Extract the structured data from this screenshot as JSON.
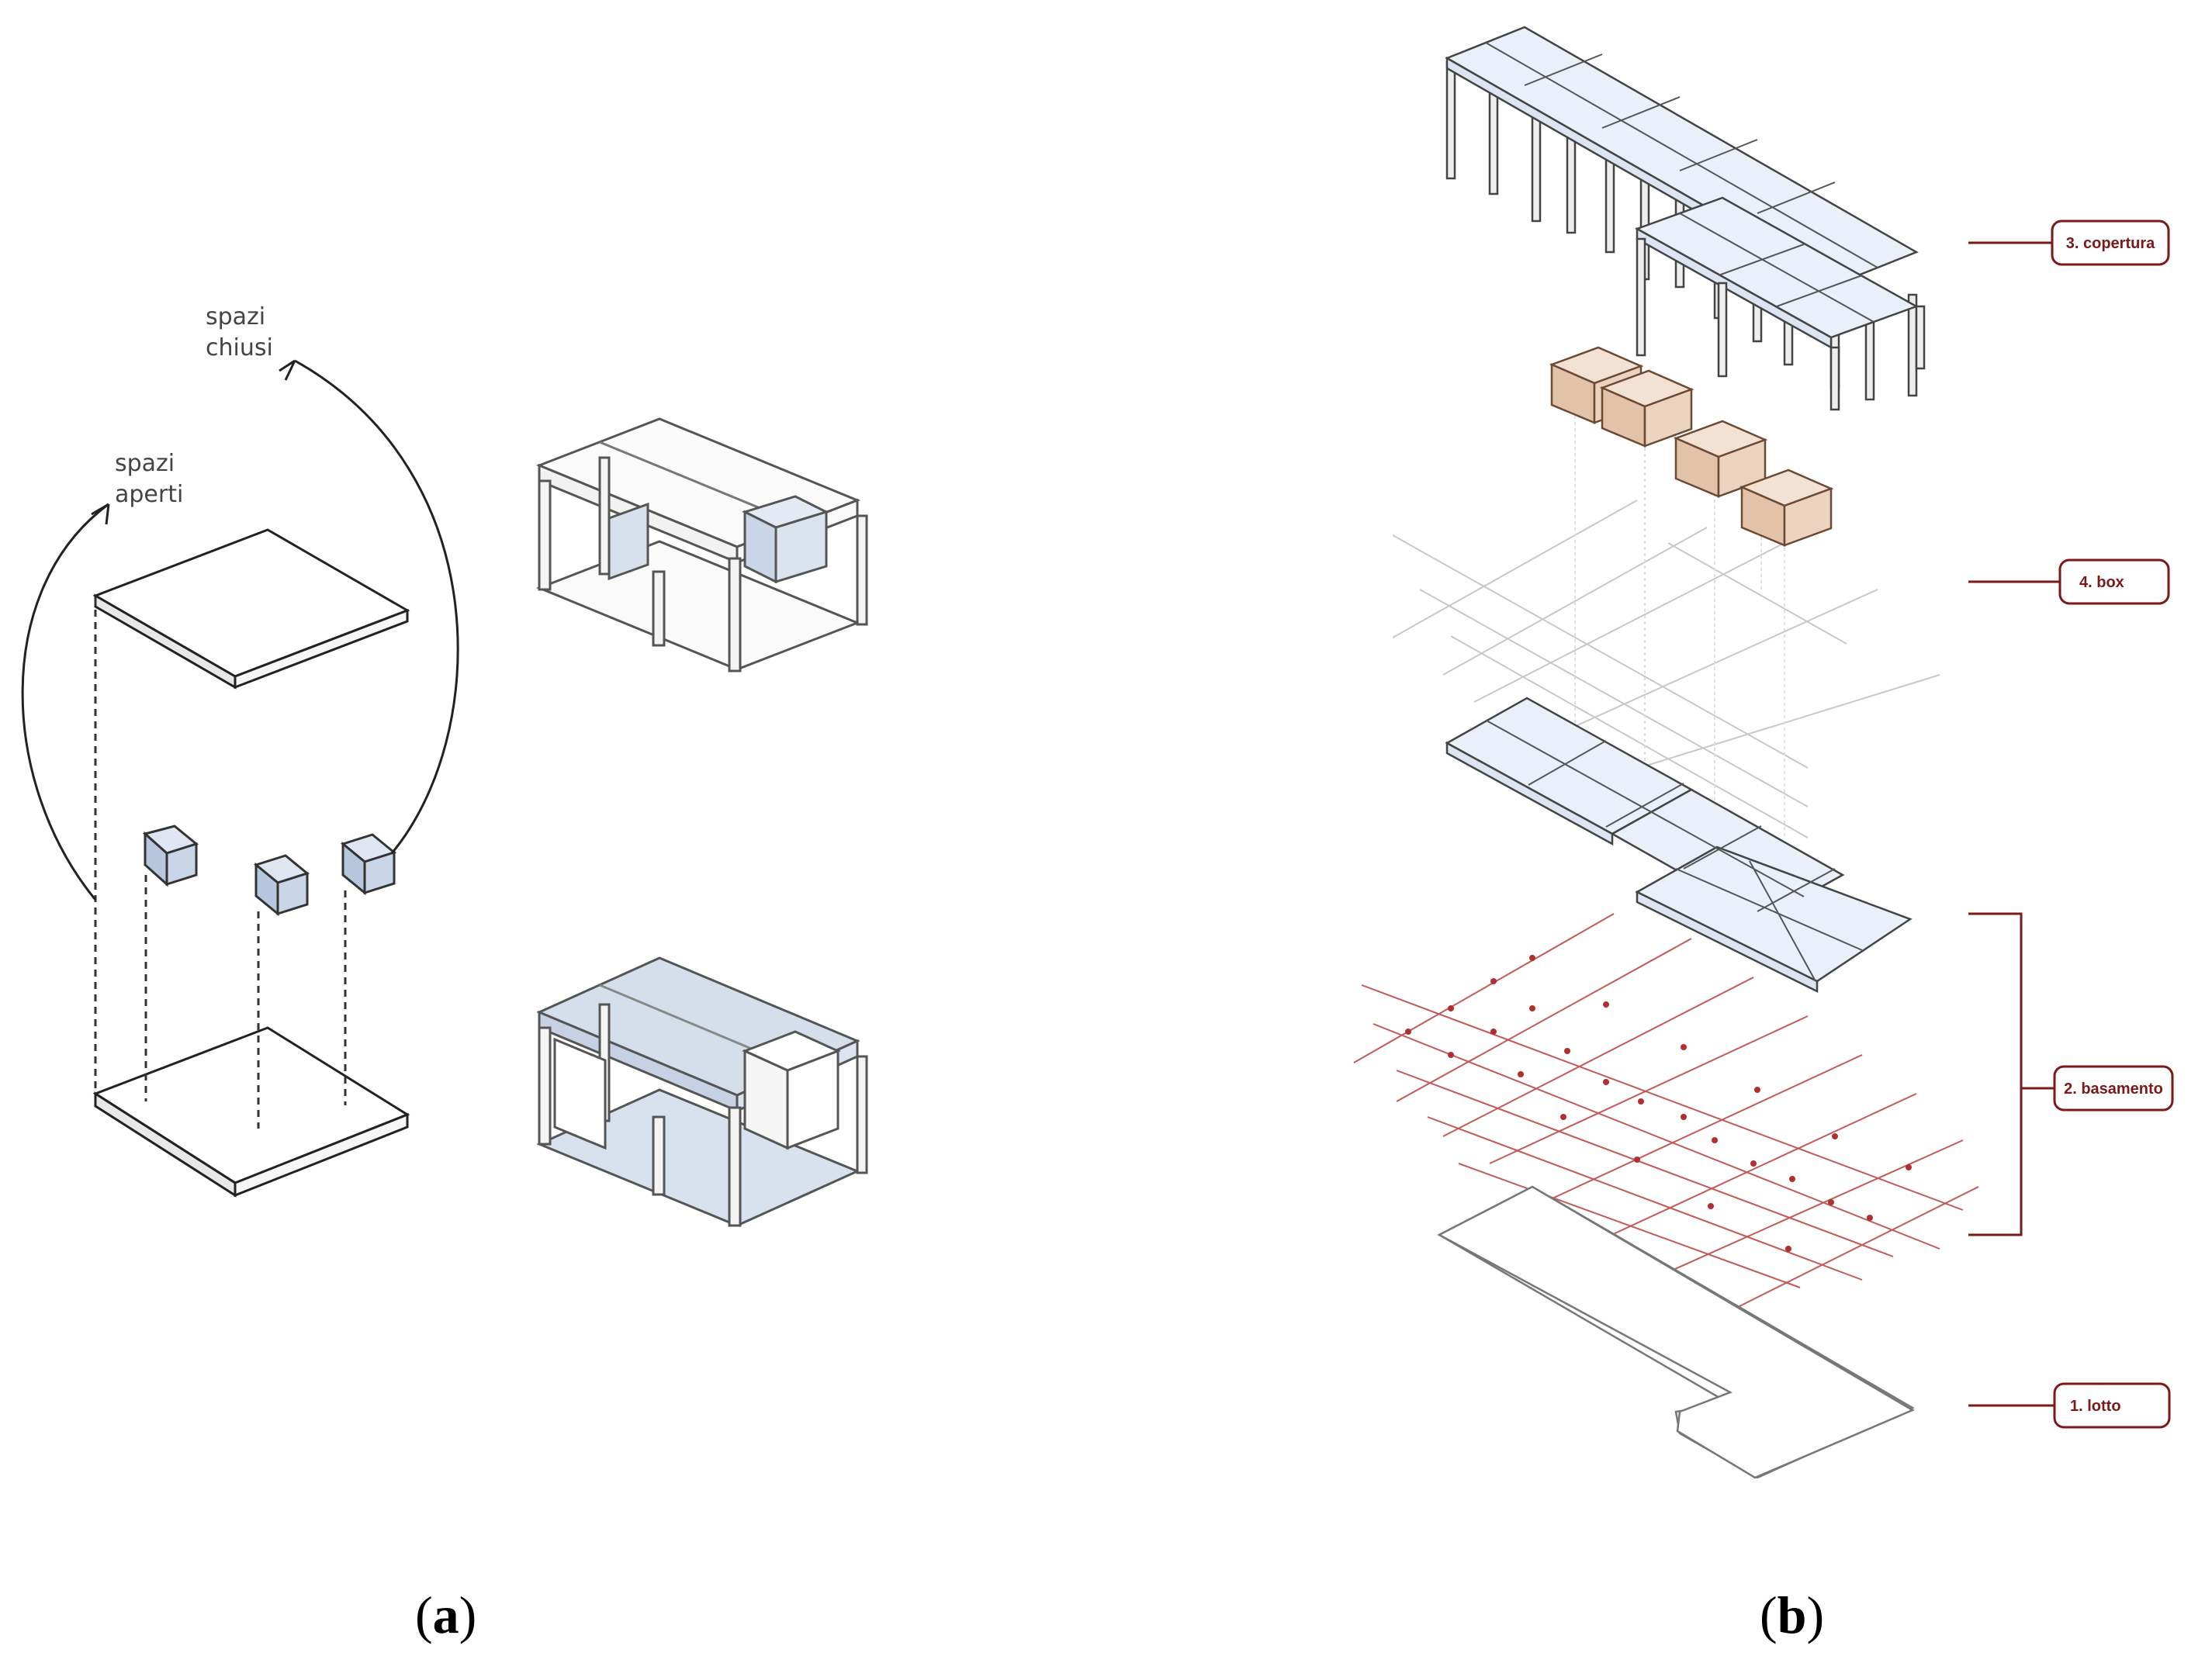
{
  "panel_a": {
    "caption_letter": "a",
    "label_closed_line1": "spazi",
    "label_closed_line2": "chiusi",
    "label_open_line1": "spazi",
    "label_open_line2": "aperti"
  },
  "panel_b": {
    "caption_letter": "b",
    "layers": [
      {
        "label": "3. copertura"
      },
      {
        "label": "4. box"
      },
      {
        "label": "2. basamento"
      },
      {
        "label": "1. lotto"
      }
    ]
  },
  "colors": {
    "slab_fill": "#edf2f9",
    "cube_fill": "#c9d6e8",
    "box_fill": "#ecd3bf",
    "label_red": "#7a1a1a",
    "grid_red": "#c25a5a"
  }
}
